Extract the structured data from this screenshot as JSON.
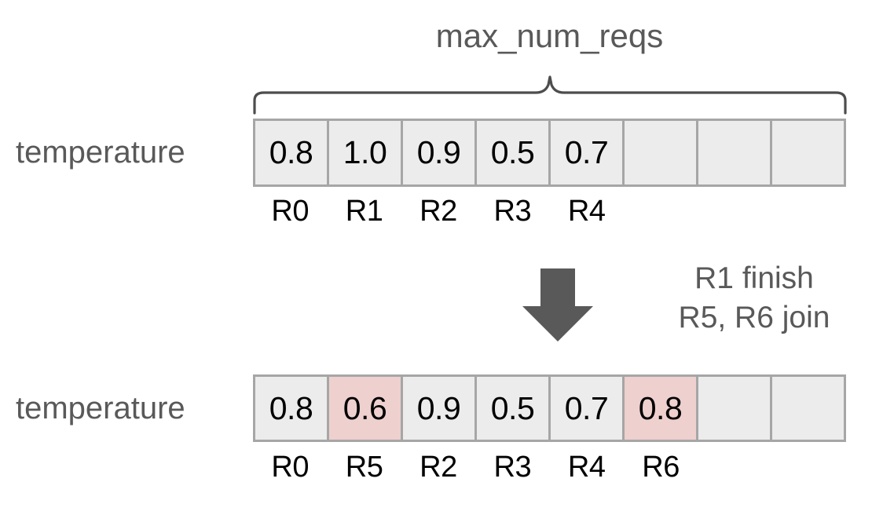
{
  "diagram": {
    "title": "max_num_reqs",
    "colors": {
      "text_gray": "#595959",
      "cell_fill": "#ececec",
      "cell_border": "#a6a6a6",
      "highlight_fill": "#eed0ce",
      "arrow_fill": "#595959",
      "value_text": "#000000",
      "background": "#ffffff"
    },
    "brace": {
      "name": "curly-brace",
      "span_label": "max_num_reqs"
    },
    "arrow": {
      "name": "down-arrow",
      "direction": "down"
    },
    "transition_note": {
      "line1": "R1 finish",
      "line2": "R5, R6 join"
    },
    "rows": [
      {
        "label": "temperature",
        "num_slots": 8,
        "cells": [
          {
            "value": "0.8",
            "highlighted": false,
            "empty": false
          },
          {
            "value": "1.0",
            "highlighted": false,
            "empty": false
          },
          {
            "value": "0.9",
            "highlighted": false,
            "empty": false
          },
          {
            "value": "0.5",
            "highlighted": false,
            "empty": false
          },
          {
            "value": "0.7",
            "highlighted": false,
            "empty": false
          },
          {
            "value": "",
            "highlighted": false,
            "empty": true
          },
          {
            "value": "",
            "highlighted": false,
            "empty": true
          },
          {
            "value": "",
            "highlighted": false,
            "empty": true
          }
        ],
        "ticks": [
          "R0",
          "R1",
          "R2",
          "R3",
          "R4",
          "",
          "",
          ""
        ]
      },
      {
        "label": "temperature",
        "num_slots": 8,
        "cells": [
          {
            "value": "0.8",
            "highlighted": false,
            "empty": false
          },
          {
            "value": "0.6",
            "highlighted": true,
            "empty": false
          },
          {
            "value": "0.9",
            "highlighted": false,
            "empty": false
          },
          {
            "value": "0.5",
            "highlighted": false,
            "empty": false
          },
          {
            "value": "0.7",
            "highlighted": false,
            "empty": false
          },
          {
            "value": "0.8",
            "highlighted": true,
            "empty": false
          },
          {
            "value": "",
            "highlighted": false,
            "empty": true
          },
          {
            "value": "",
            "highlighted": false,
            "empty": true
          }
        ],
        "ticks": [
          "R0",
          "R5",
          "R2",
          "R3",
          "R4",
          "R6",
          "",
          ""
        ]
      }
    ]
  }
}
